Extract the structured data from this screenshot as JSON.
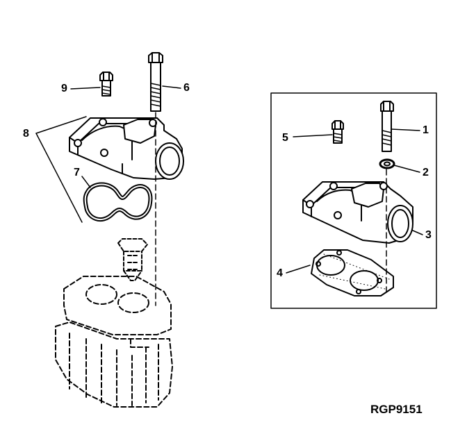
{
  "figure_id": "RGP9151",
  "callouts": {
    "c1": "1",
    "c2": "2",
    "c3": "3",
    "c4": "4",
    "c5": "5",
    "c6": "6",
    "c7": "7",
    "c8": "8",
    "c9": "9"
  },
  "colors": {
    "line": "#000000",
    "background": "#ffffff"
  }
}
